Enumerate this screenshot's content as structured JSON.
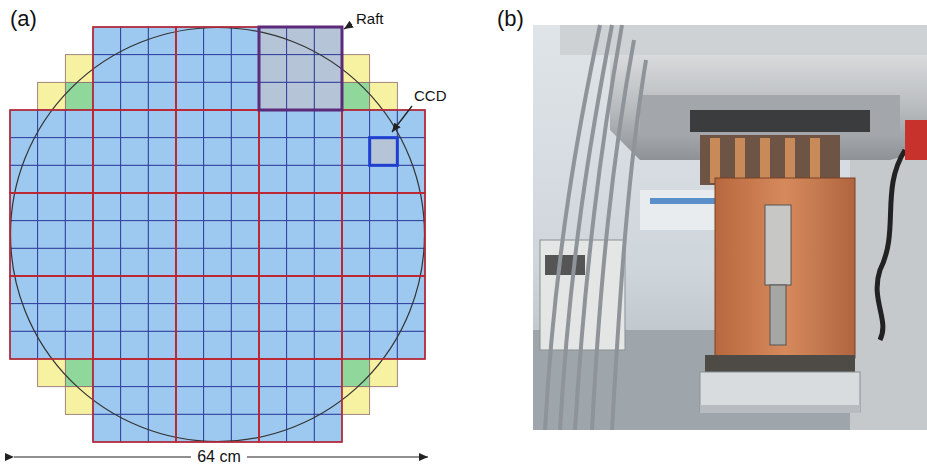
{
  "diagram": {
    "labels": [
      "(a)",
      "(b)",
      "Raft",
      "CCD",
      "64 cm"
    ]
  }
}
